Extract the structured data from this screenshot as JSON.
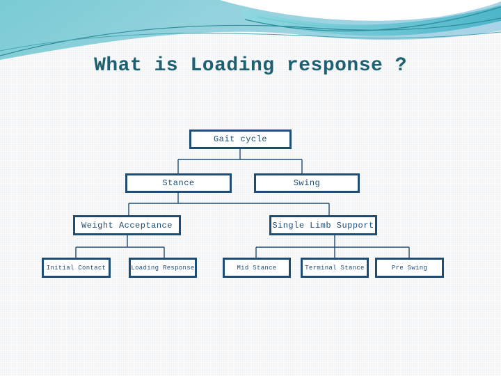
{
  "slide": {
    "title": "What is Loading response ?"
  },
  "colors": {
    "title_text": "#1e6070",
    "box_border": "#1d4c75",
    "box_text": "#1d4c75",
    "connector_line": "#1d4c75",
    "wave_teal": "#79cbd4",
    "wave_light_blue": "#a9d4e7",
    "wave_thin_line": "#2e8d9b",
    "background": "#fafbfa"
  },
  "diagram": {
    "type": "tree",
    "nodes": {
      "gait_cycle": {
        "label": "Gait cycle"
      },
      "stance": {
        "label": "Stance"
      },
      "swing": {
        "label": "Swing"
      },
      "weight_acceptance": {
        "label": "Weight Acceptance"
      },
      "single_limb_support": {
        "label": "Single Limb Support"
      },
      "initial_contact": {
        "label": "Initial Contact"
      },
      "loading_response": {
        "label": "Loading Response"
      },
      "mid_stance": {
        "label": "Mid Stance"
      },
      "terminal_stance": {
        "label": "Terminal Stance"
      },
      "pre_swing": {
        "label": "Pre Swing"
      }
    },
    "edges": [
      [
        "Gait cycle",
        "Stance"
      ],
      [
        "Gait cycle",
        "Swing"
      ],
      [
        "Stance",
        "Weight Acceptance"
      ],
      [
        "Stance",
        "Single Limb Support"
      ],
      [
        "Weight Acceptance",
        "Initial Contact"
      ],
      [
        "Weight Acceptance",
        "Loading Response"
      ],
      [
        "Single Limb Support",
        "Mid Stance"
      ],
      [
        "Single Limb Support",
        "Terminal Stance"
      ],
      [
        "Single Limb Support",
        "Pre Swing"
      ]
    ]
  }
}
